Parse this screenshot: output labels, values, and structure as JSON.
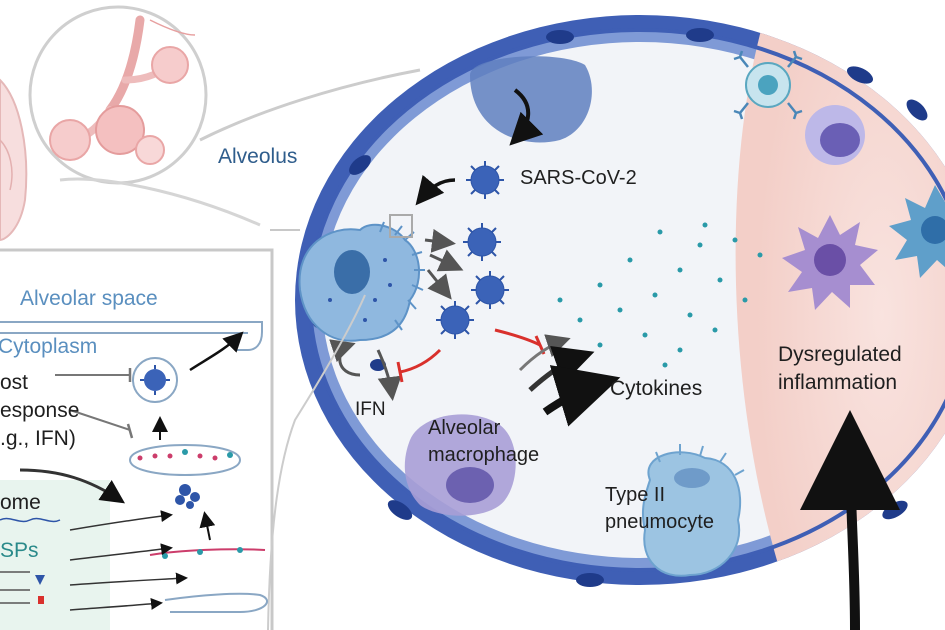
{
  "labels": {
    "alveolus": "Alveolus",
    "sars_cov_2": "SARS-CoV-2",
    "alveolar_space": "Alveolar space",
    "cytoplasm": "Cytoplasm",
    "host_line1": "ost",
    "host_line2": "esponse",
    "host_line3": ".g., IFN)",
    "ifn": "IFN",
    "alveolar_macrophage_line1": "Alveolar",
    "alveolar_macrophage_line2": "macrophage",
    "cytokines": "Cytokines",
    "type2_line1": "Type II",
    "type2_line2": "pneumocyte",
    "dysregulated_line1": "Dysregulated",
    "dysregulated_line2": "inflammation",
    "genome_fragment": "ome",
    "nsps_fragment": "SPs"
  },
  "colors": {
    "membrane_blue": "#3f5fb5",
    "nucleus_navy": "#1f3b8a",
    "virus_blue": "#2e55a8",
    "inhibit_red": "#d9302c",
    "cytokine_teal": "#2a9aa8",
    "inflammation_pink": "#f6d9d4",
    "macrophage_purple": "#8a7fc4",
    "arrow_black": "#111111"
  }
}
